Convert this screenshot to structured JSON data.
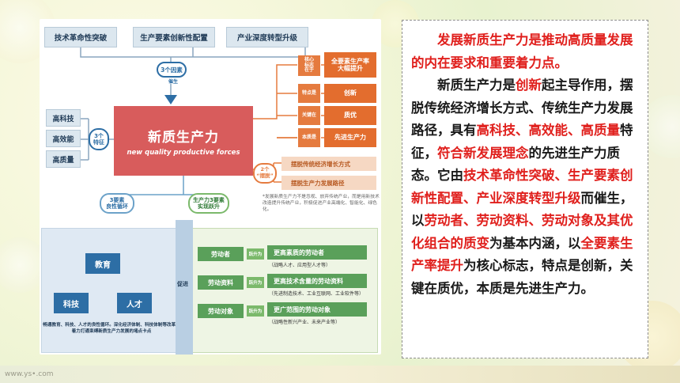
{
  "infographic": {
    "top_tags": [
      "技术革命性突破",
      "生产要素创新性配置",
      "产业深度转型升级"
    ],
    "factor_pill": "3个因素",
    "catalyst_label": "催生",
    "core_title_cn": "新质生产力",
    "core_title_en": "new quality productive forces",
    "features_pill": "3个\n特征",
    "features": [
      "高科技",
      "高效能",
      "高质量"
    ],
    "right_labels": [
      "核心\n标志\n在于",
      "特点是",
      "关键在",
      "本质是"
    ],
    "right_items": [
      "全要素生产率\n大幅提升",
      "创新",
      "质优",
      "先进生产力"
    ],
    "get_rid_pill": "2个\n“摆脱”",
    "get_rid_items": [
      "摆脱传统经济增长方式",
      "摆脱生产力发展路径"
    ],
    "note": "*发展新质生产力不是忽视、放弃传统产业，而是用新技术改造提升传统产业，积极促进产业高端化、智能化、绿色化。",
    "loop_pill": "3要素\n良性循环",
    "leap_pill": "生产力3要素\n实现跃升",
    "loop_nodes": [
      "教育",
      "科技",
      "人才"
    ],
    "loop_note": "畅通教育、科技、人才的良性循环。深化经济体制、科技体制等改革，着力打通束缚新质生产力发展的堵点卡点",
    "promote_label": "促进",
    "leap_tag": "跃升为",
    "factors": [
      {
        "name": "劳动者",
        "to": "更高素质的劳动者",
        "sub": "（战略人才、应用型人才等）"
      },
      {
        "name": "劳动资料",
        "to": "更高技术含量的劳动资料",
        "sub": "（先进制造技术、工业互联网、工业软件等）"
      },
      {
        "name": "劳动对象",
        "to": "更广范围的劳动对象",
        "sub": "（战略性新兴产业、未来产业等）"
      }
    ]
  },
  "text_panel": {
    "para1": "发展新质生产力是推动高质量发展的内在要求和重要着力点。",
    "para2": [
      {
        "t": "新质生产力是",
        "red": false
      },
      {
        "t": "创新",
        "red": true
      },
      {
        "t": "起主导作用，摆脱传统经济增长方式、传统生产力发展路径，具有",
        "red": false
      },
      {
        "t": "高科技、高效能、高质量",
        "red": true
      },
      {
        "t": "特征，",
        "red": false
      },
      {
        "t": "符合新发展理念",
        "red": true
      },
      {
        "t": "的先进生产力质态。它由",
        "red": false
      },
      {
        "t": "技术革命性突破、生产要素创新性配置、产业深度转型升级",
        "red": true
      },
      {
        "t": "而催生，以",
        "red": false
      },
      {
        "t": "劳动者、劳动资料、劳动对象及其优化组合的质变",
        "red": true
      },
      {
        "t": "为基本内涵，以",
        "red": false
      },
      {
        "t": "全要素生产率提升",
        "red": true
      },
      {
        "t": "为核心标志，特点是创新，关键在质优，本质是先进生产力。",
        "red": false
      }
    ]
  },
  "watermark": "www.ys•.com"
}
